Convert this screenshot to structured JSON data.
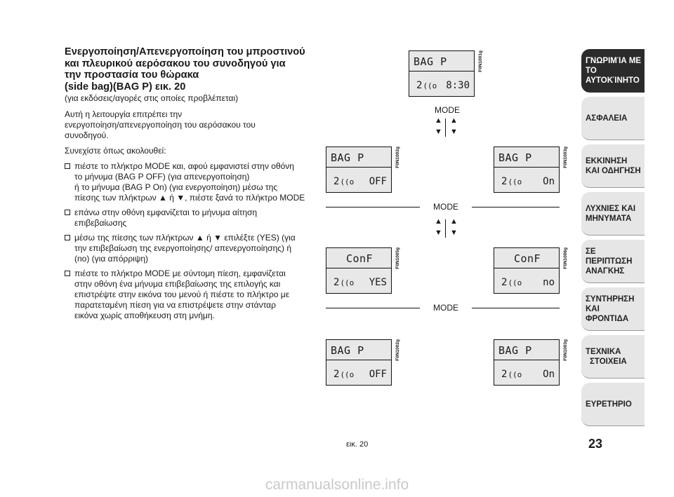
{
  "heading": {
    "lines": [
      "Ενεργοποίηση/Απενεργοποίηση του μπροστινού",
      "και πλευρικού αερόσακου του συνοδηγού για",
      "την προστασία του θώρακα",
      "(side bag)(BAG P) εικ. 20"
    ],
    "subtitle": "(για εκδόσεις/αγορές στις οποίες προβλέπεται)"
  },
  "paragraphs": [
    {
      "lines": [
        "Αυτή η λειτουργία επιτρέπει την",
        "ενεργοποίηση/απενεργοποίηση του αερόσακου του",
        "συνοδηγού."
      ]
    },
    {
      "lines": [
        "Συνεχίστε όπως ακολουθεί:"
      ]
    }
  ],
  "bullets": [
    {
      "lines": [
        "πιέστε το πλήκτρο MODE και, αφού εμφανιστεί στην οθόνη",
        "το μήνυμα (BAG P OFF) (για απενεργοποίηση)",
        "ή το μήνυμα (BAG P On) (για ενεργοποίηση) μέσω της",
        "πίεσης των πλήκτρων ▲ ή ▼, πιέστε ξανά το πλήκτρο MODE"
      ]
    },
    {
      "lines": [
        "επάνω στην οθόνη εμφανίζεται το μήνυμα αίτηση",
        "επιβεβαίωσης"
      ]
    },
    {
      "lines": [
        "μέσω της πίεσης των πλήκτρων ▲ ή ▼ επιλέξτε (YES) (για",
        "την επιβεβαίωση της ενεργοποίησης/ απενεργοποίησης) ή",
        "(no) (για απόρριψη)"
      ]
    },
    {
      "lines": [
        "πιέστε το πλήκτρο MODE με σύντομη πίεση, εμφανίζεται",
        "στην οθόνη ένα μήνυμα επιβεβαίωσης της επιλογής και",
        "επιστρέψτε στην εικόνα του μενού ή πιέστε το πλήκτρο με",
        "παρατεταμένη πίεση για να επιστρέψετε στην στάνταρ",
        "εικόνα χωρίς αποθήκευση στη μνήμη."
      ]
    }
  ],
  "diagram": {
    "screens": [
      {
        "top": "BAG P",
        "seat": "2",
        "bottom": "8:30",
        "code": "F0N1001g"
      },
      {
        "top": "BAG P",
        "seat": "2",
        "bottom": "OFF",
        "code": "F0N1002g"
      },
      {
        "top": "BAG P",
        "seat": "2",
        "bottom": "On",
        "code": "F0N1003g"
      },
      {
        "top": "ConF",
        "seat": "2",
        "bottom": "YES",
        "code": "F0N1005g"
      },
      {
        "top": "ConF",
        "seat": "2",
        "bottom": "no",
        "code": "F0N1006g"
      },
      {
        "top": "BAG P",
        "seat": "2",
        "bottom": "OFF",
        "code": "F0N1002g"
      },
      {
        "top": "BAG P",
        "seat": "2",
        "bottom": "On",
        "code": "F0N1003g"
      }
    ],
    "mode_labels": [
      "MODE",
      "MODE",
      "MODE"
    ],
    "arrow_up": "▲",
    "arrow_down": "▼",
    "seat_glyph": "((o",
    "caption": "εικ. 20"
  },
  "tabs": [
    {
      "lines": [
        "ΓΝΩΡΙΜΊΑ ΜΕ",
        "ΤΟ ΑΥΤΟΚΊΝΗΤΟ"
      ],
      "active": true
    },
    {
      "lines": [
        "ΑΣΦΑΛΕΙΑ"
      ],
      "active": false
    },
    {
      "lines": [
        "ΕΚΚΙΝΗΣΗ",
        "ΚΑΙ ΟΔΗΓΗΣΗ"
      ],
      "active": false
    },
    {
      "lines": [
        "ΛΥΧΝΙΕΣ ΚΑΙ",
        "ΜΗΝΥΜΑΤΑ"
      ],
      "active": false
    },
    {
      "lines": [
        "ΣΕ ΠΕΡΙΠΤΩΣΗ",
        "ΑΝΑΓΚΗΣ"
      ],
      "active": false
    },
    {
      "lines": [
        "ΣΥΝΤΗΡΗΣΗ",
        "ΚΑΙ ΦΡΟΝΤΙΔΑ"
      ],
      "active": false
    },
    {
      "lines": [
        "ΤΕΧΝΙΚΑ",
        "ΣΤΟΙΧΕΙΑ"
      ],
      "active": false
    },
    {
      "lines": [
        "ΕΥΡΕΤΗΡΙΟ"
      ],
      "active": false
    }
  ],
  "page_number": "23",
  "watermark": "carmanualsonline.info",
  "colors": {
    "active_tab": "#2b2b2b",
    "tab": "#e6e6e6",
    "screen": "#e8e8e8"
  }
}
